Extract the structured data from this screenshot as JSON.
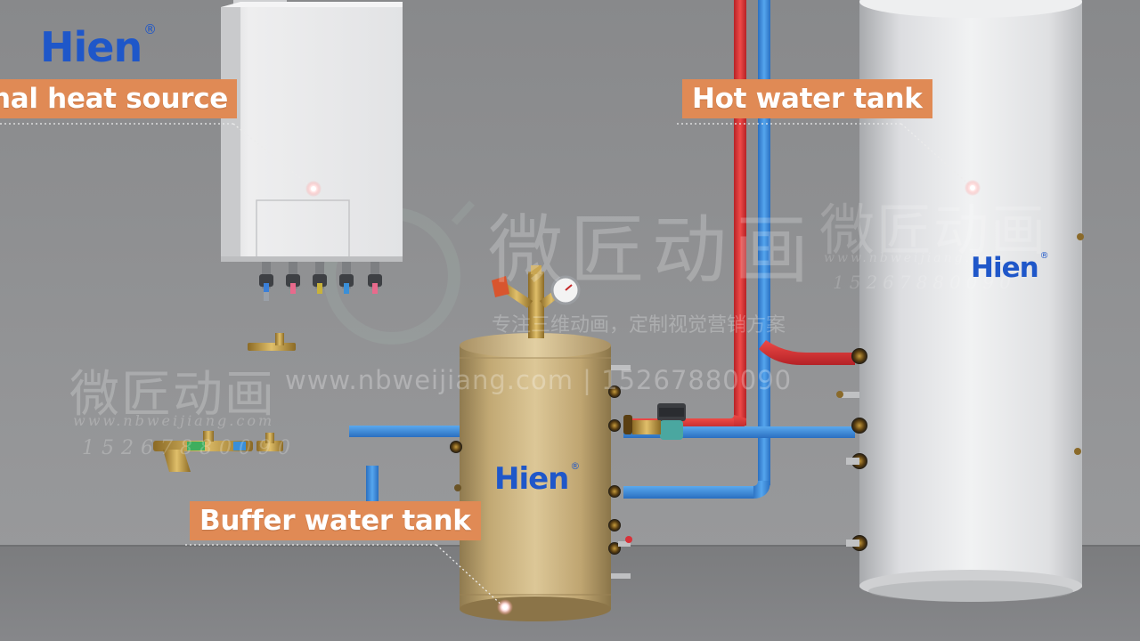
{
  "callouts": {
    "external_heat_source": "External heat source",
    "hot_water_tank": "Hot water tank",
    "buffer_water_tank": "Buffer water tank"
  },
  "logos": {
    "brand": "Hien",
    "registered": "®"
  },
  "watermark": {
    "chinese_name": "微匠动画",
    "url": "www.nbweijiang.com",
    "phone": "15267880090",
    "slogan": "专注三维动画，定制视觉营销方案",
    "contact_line": "www.nbweijiang.com | 15267880090"
  },
  "colors": {
    "callout_bg": "#e08a55",
    "brand_blue": "#1f57c9",
    "hot_pipe": "#e0383a",
    "cold_pipe": "#3d8fe0",
    "buffer_tank": "#c9b07a",
    "wall": "#8e8f91",
    "floor": "#7d7e80"
  }
}
